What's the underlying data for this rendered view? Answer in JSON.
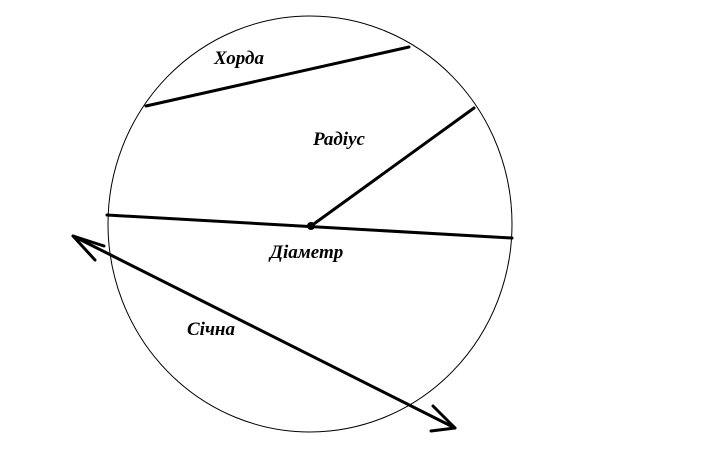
{
  "labels": {
    "chord": "Хорда",
    "radius": "Радіус",
    "diameter": "Діаметр",
    "secant": "Січна"
  },
  "colors": {
    "stroke": "#000000",
    "background": "#ffffff"
  }
}
